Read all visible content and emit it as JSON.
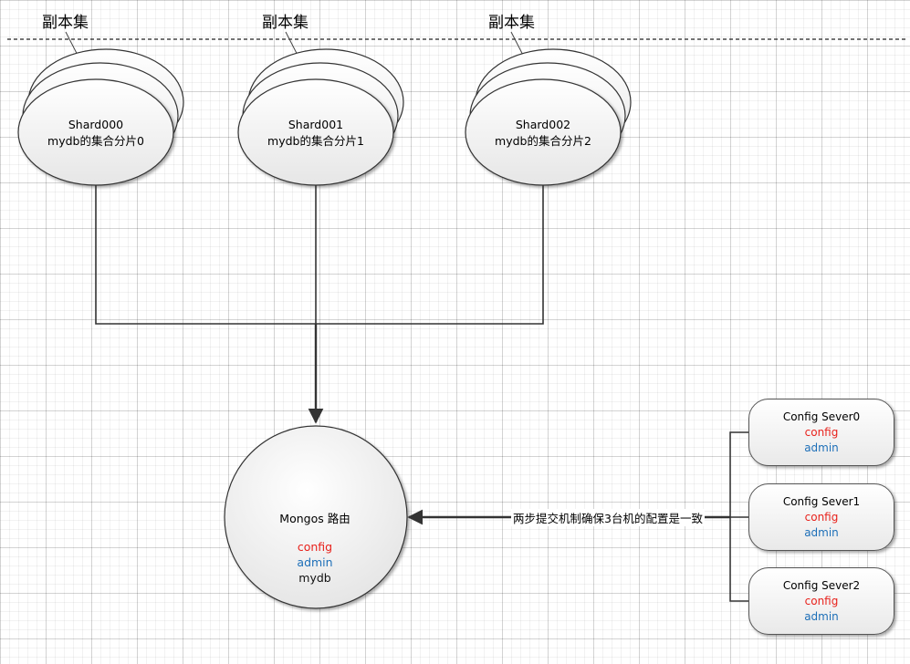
{
  "replica_set_label": "副本集",
  "shards": [
    {
      "name": "Shard000",
      "desc": "mydb的集合分片0"
    },
    {
      "name": "Shard001",
      "desc": "mydb的集合分片1"
    },
    {
      "name": "Shard002",
      "desc": "mydb的集合分片2"
    }
  ],
  "mongos": {
    "title": "Mongos 路由",
    "dbs": [
      "config",
      "admin",
      "mydb"
    ]
  },
  "config_servers": [
    {
      "name": "Config Sever0",
      "db1": "config",
      "db2": "admin"
    },
    {
      "name": "Config Sever1",
      "db1": "config",
      "db2": "admin"
    },
    {
      "name": "Config Sever2",
      "db1": "config",
      "db2": "admin"
    }
  ],
  "edge_label": "两步提交机制确保3台机的配置是一致",
  "colors": {
    "config": "#e8211b",
    "admin": "#1d6fb8",
    "line": "#333333"
  }
}
